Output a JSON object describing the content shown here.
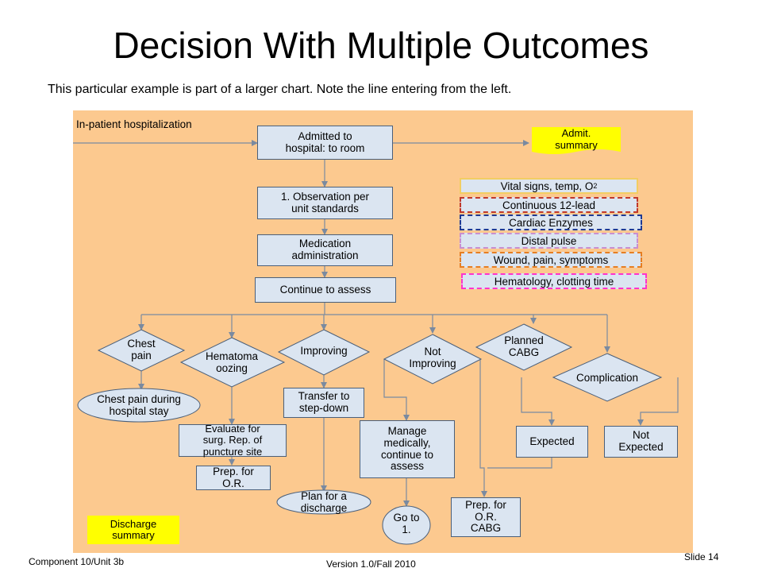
{
  "title": "Decision With Multiple Outcomes",
  "subtitle": "This particular example is part of a larger chart.  Note the line entering from the left.",
  "diagram": {
    "entry_label": "In-patient hospitalization",
    "admitted": "Admitted to\nhospital: to room",
    "admit_summary": "Admit.\nsummary",
    "observation": "1. Observation per\nunit standards",
    "medication": "Medication\nadministration",
    "continue_assess": "Continue to assess",
    "legend": [
      {
        "label": "Vital signs, temp, O",
        "sub": "2",
        "color": "#f2cd63",
        "style": "solid"
      },
      {
        "label": "Continuous 12-lead",
        "color": "#c0392b",
        "style": "dashed"
      },
      {
        "label": "Cardiac Enzymes",
        "color": "#1f3a93",
        "style": "dashed"
      },
      {
        "label": "Distal pulse",
        "color": "#c98fd0",
        "style": "dashed"
      },
      {
        "label": "Wound, pain, symptoms",
        "color": "#e67e22",
        "style": "dashed"
      },
      {
        "label": "Hematology, clotting time",
        "color": "#ff33cc",
        "style": "dashed"
      }
    ],
    "chest_pain": "Chest\npain",
    "hematoma": "Hematoma\noozing",
    "improving": "Improving",
    "not_improving": "Not\nImproving",
    "planned_cabg": "Planned\nCABG",
    "complication": "Complication",
    "chest_pain_stay": "Chest pain during\nhospital stay",
    "evaluate": "Evaluate for\nsurg. Rep. of\npuncture site",
    "prep_or": "Prep. for\nO.R.",
    "transfer": "Transfer to\nstep-down",
    "plan_discharge": "Plan for a\ndischarge",
    "manage": "Manage\nmedically,\ncontinue to\nassess",
    "go_to": "Go to\n1.",
    "prep_cabg": "Prep. for\nO.R.\nCABG",
    "expected": "Expected",
    "not_expected": "Not\nExpected",
    "discharge_summary": "Discharge\nsummary"
  },
  "footer": {
    "left": "Component 10/Unit 3b",
    "middle": "Version 1.0/Fall 2010",
    "right": "Slide 14"
  }
}
